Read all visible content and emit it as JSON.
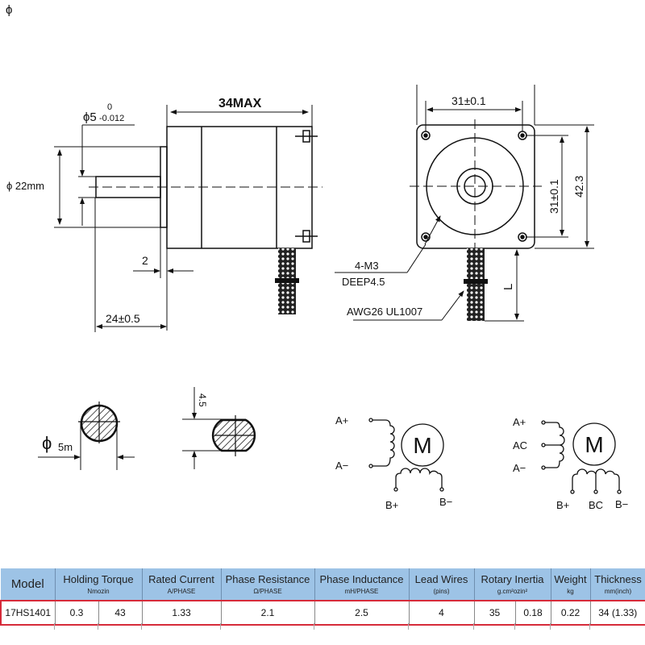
{
  "corner_symbol": "ϕ",
  "side_view": {
    "shaft_tolerance": {
      "prefix": "ϕ5",
      "upper": "0",
      "lower": "-0.012"
    },
    "flange_diameter": "ϕ 22mm",
    "body_length": "34MAX",
    "flange_thickness": "2",
    "shaft_length": "24±0.5"
  },
  "front_view": {
    "hole_spacing_horizontal": "31±0.1",
    "hole_spacing_vertical": "31±0.1",
    "frame_size": "42.3",
    "mount_holes_label_1": "4-M3",
    "mount_holes_label_2": "DEEP4.5",
    "wire_spec": "AWG26  UL1007",
    "lead_length": "L"
  },
  "shaft_sections": {
    "round_label_symbol": "ϕ",
    "round_label": "5m",
    "d_cut_label": "4.5"
  },
  "wiring": {
    "bipolar": {
      "motor": "M",
      "labels": [
        "A+",
        "A−",
        "B+",
        "B−"
      ]
    },
    "unipolar": {
      "motor": "M",
      "labels": [
        "A+",
        "AC",
        "A−",
        "B+",
        "BC",
        "B−"
      ]
    }
  },
  "spec_table": {
    "headers": [
      {
        "main": "Model",
        "subs": []
      },
      {
        "main": "Holding Torque",
        "subs": [
          "Nm",
          "ozin"
        ]
      },
      {
        "main": "Rated Current",
        "subs": [
          "A/PHASE"
        ]
      },
      {
        "main": "Phase Resistance",
        "subs": [
          "Ω/PHASE"
        ]
      },
      {
        "main": "Phase Inductance",
        "subs": [
          "mH/PHASE"
        ]
      },
      {
        "main": "Lead Wires",
        "subs": [
          "(pins)"
        ]
      },
      {
        "main": "Rotary Inertia",
        "subs": [
          "g.cm²",
          "ozin²"
        ]
      },
      {
        "main": "Weight",
        "subs": [
          "kg"
        ]
      },
      {
        "main": "Thickness",
        "subs": [
          "mm(inch)"
        ]
      }
    ],
    "row": [
      "17HS1401",
      "0.3",
      "43",
      "1.33",
      "2.1",
      "2.5",
      "4",
      "35",
      "0.18",
      "0.22",
      "34 (1.33)"
    ],
    "header_color": "#9dc3e6",
    "highlight_color": "#d62b3a"
  }
}
